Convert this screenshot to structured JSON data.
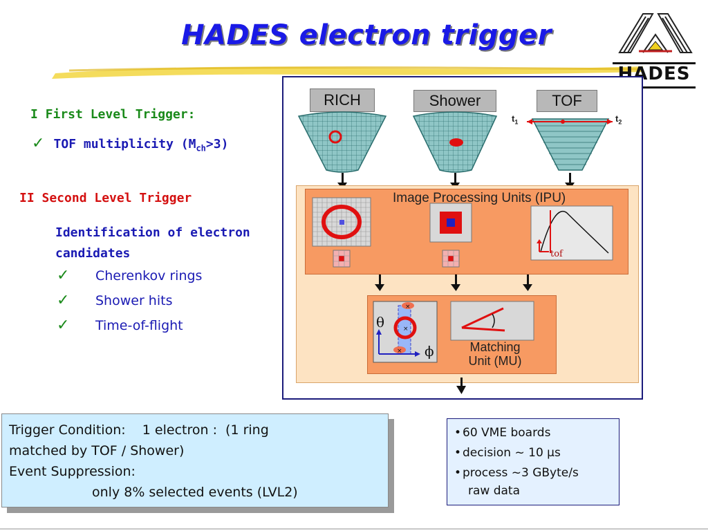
{
  "title": "HADES electron trigger",
  "logo": {
    "text": "HADES"
  },
  "first_level": {
    "heading": "I First Level Trigger:",
    "item_pre": "TOF multiplicity (M",
    "item_sub": "ch",
    "item_post": ">3)"
  },
  "second_level": {
    "heading": "II Second Level Trigger",
    "subheading_line1": "Identification of electron",
    "subheading_line2": "candidates",
    "items": [
      "Cherenkov rings",
      "Shower hits",
      "Time-of-flight"
    ]
  },
  "diagram": {
    "detectors": [
      "RICH",
      "Shower",
      "TOF"
    ],
    "tof_t1": "t",
    "tof_t1_sub": "1",
    "tof_t2": "t",
    "tof_t2_sub": "2",
    "ipu_label": "Image Processing Units (IPU)",
    "tof_curve_label": "tof",
    "mu_label_line1": "Matching",
    "mu_label_line2": "Unit (MU)",
    "theta": "θ",
    "phi": "ϕ"
  },
  "condition": {
    "line1": "Trigger Condition:    1 electron :  (1 ring",
    "line2": "matched by TOF / Shower)",
    "line3": "Event Suppression:",
    "line4": "only 8% selected events (LVL2)"
  },
  "vme": {
    "items": [
      "60 VME boards",
      "decision ~ 10 μs",
      "process ~3 GByte/s"
    ],
    "item3_cont": "raw data"
  },
  "colors": {
    "title": "#1a1ae6",
    "first_level": "#1a8a1a",
    "second_level": "#d41010",
    "body_text": "#1a1ab3",
    "ipu_bg": "#fde3c2",
    "ipu_panel": "#f79a62",
    "condition_bg": "#cfeeff"
  }
}
